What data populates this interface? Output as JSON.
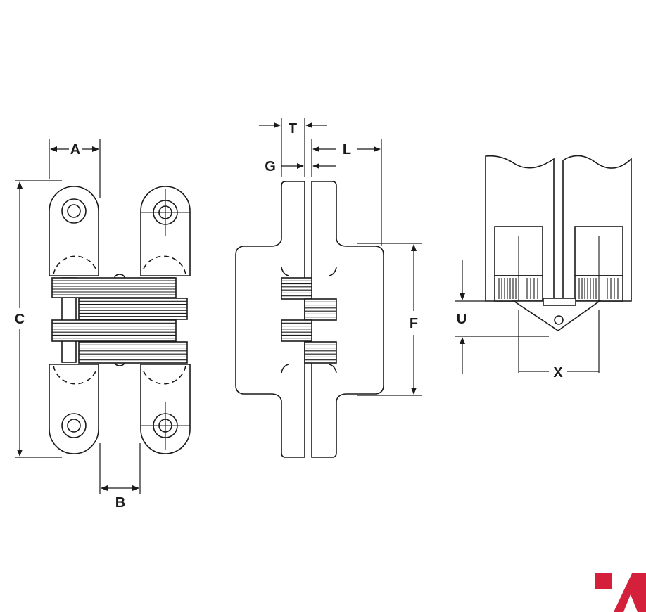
{
  "labels": {
    "A": "A",
    "B": "B",
    "C": "C",
    "T": "T",
    "G": "G",
    "L": "L",
    "F": "F",
    "U": "U",
    "X": "X"
  },
  "colors": {
    "line": "#1a1a1a",
    "background": "#ffffff",
    "logo": "#d4203a"
  }
}
